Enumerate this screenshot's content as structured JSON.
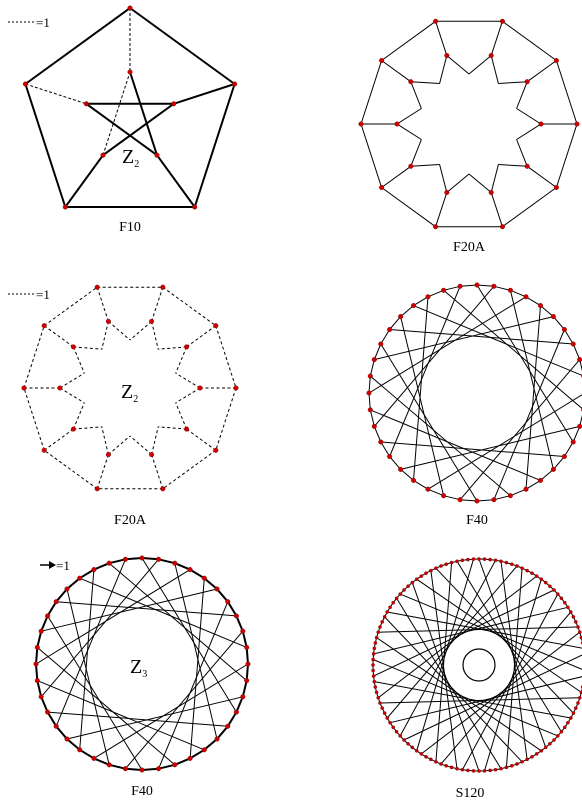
{
  "vertex_color": "#cc0000",
  "edge_color": "#000000",
  "panels": [
    {
      "graph": "F10",
      "caption": "F10",
      "group": "Z",
      "group_subscript": "2",
      "legend": "=1",
      "legend_style": "dashed"
    },
    {
      "graph": "F20A",
      "caption": "F20A"
    },
    {
      "graph": "F20A",
      "caption": "F20A",
      "group": "Z",
      "group_subscript": "2",
      "legend": "=1",
      "legend_style": "dashed"
    },
    {
      "graph": "F40",
      "caption": "F40"
    },
    {
      "graph": "F40",
      "caption": "F40",
      "group": "Z",
      "group_subscript": "3",
      "legend": "=1",
      "legend_style": "arrow"
    },
    {
      "graph": "S120",
      "caption": "S120"
    }
  ]
}
